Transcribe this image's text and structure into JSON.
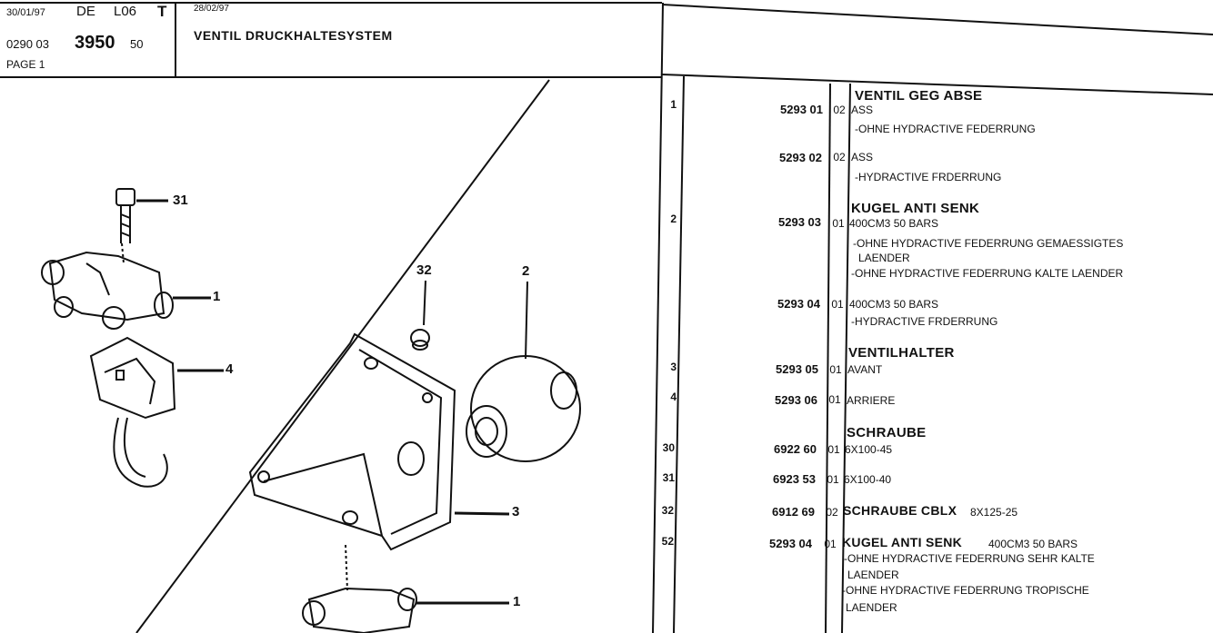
{
  "header": {
    "date1": "30/01/97",
    "lang": "DE",
    "code": "L06",
    "marker": "T",
    "date2": "28/02/97",
    "ref_prefix": "0290 03",
    "ref_main": "3950",
    "ref_suffix": "50",
    "page": "PAGE 1",
    "title": "VENTIL DRUCKHALTESYSTEM"
  },
  "diagram": {
    "callouts": [
      "31",
      "1",
      "4",
      "32",
      "2",
      "3",
      "1"
    ]
  },
  "parts": {
    "titles": {
      "t1": "VENTIL GEG ABSE",
      "t2": "KUGEL ANTI SENK",
      "t3": "VENTILHALTER",
      "t4": "SCHRAUBE"
    },
    "rows": [
      {
        "ref": "1",
        "part": "5293 01",
        "qty": "02",
        "lines": [
          "ASS",
          "-OHNE HYDRACTIVE FEDERRUNG"
        ]
      },
      {
        "ref": "",
        "part": "5293 02",
        "qty": "02",
        "lines": [
          "ASS",
          "-HYDRACTIVE FRDERRUNG"
        ]
      },
      {
        "ref": "2",
        "part": "5293 03",
        "qty": "01",
        "lines": [
          "400CM3 50 BARS",
          "-OHNE HYDRACTIVE FEDERRUNG GEMAESSIGTES",
          "LAENDER",
          "-OHNE HYDRACTIVE FEDERRUNG KALTE LAENDER"
        ]
      },
      {
        "ref": "",
        "part": "5293 04",
        "qty": "01",
        "lines": [
          "400CM3 50 BARS",
          "-HYDRACTIVE FRDERRUNG"
        ]
      },
      {
        "ref": "3",
        "part": "5293 05",
        "qty": "01",
        "lines": [
          "AVANT"
        ]
      },
      {
        "ref": "4",
        "part": "5293 06",
        "qty": "01",
        "lines": [
          "ARRIERE"
        ]
      },
      {
        "ref": "30",
        "part": "6922 60",
        "qty": "01",
        "lines": [
          "6X100-45"
        ]
      },
      {
        "ref": "31",
        "part": "6923 53",
        "qty": "01",
        "lines": [
          "6X100-40"
        ]
      },
      {
        "ref": "32",
        "part": "6912 69",
        "qty": "02",
        "title": "SCHRAUBE CBLX",
        "lines": [
          "8X125-25"
        ]
      },
      {
        "ref": "52",
        "part": "5293 04",
        "qty": "01",
        "title": "KUGEL ANTI SENK",
        "lines": [
          "400CM3 50 BARS",
          "-OHNE HYDRACTIVE FEDERRUNG SEHR KALTE",
          "LAENDER",
          "-OHNE HYDRACTIVE FEDERRUNG TROPISCHE",
          "LAENDER"
        ]
      }
    ]
  }
}
